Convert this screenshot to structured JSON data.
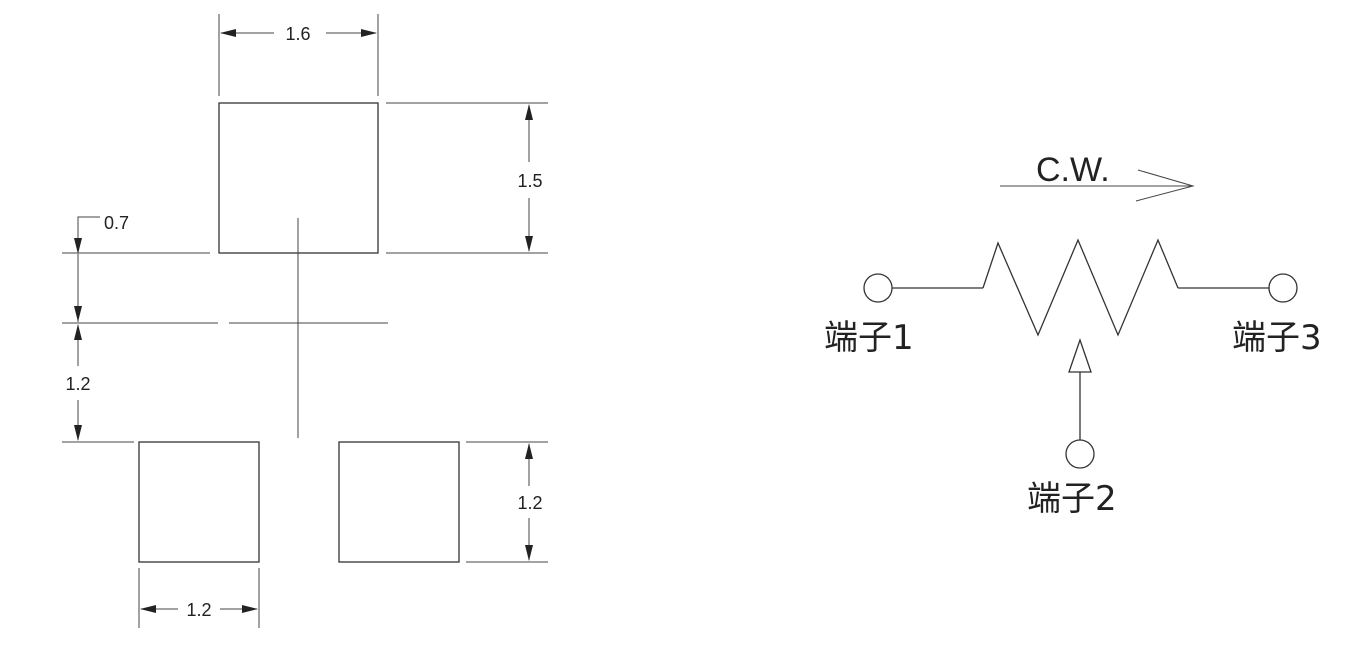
{
  "footprint": {
    "dim_top_width": "1.6",
    "dim_top_height": "1.5",
    "dim_offset": "0.7",
    "dim_gap": "1.2",
    "dim_bottom_height": "1.2",
    "dim_bottom_width": "1.2"
  },
  "schematic": {
    "direction_label": "C.W.",
    "terminal_1": "端子1",
    "terminal_2": "端子2",
    "terminal_3": "端子3"
  },
  "colors": {
    "line": "#333333",
    "text": "#222222",
    "background": "#ffffff"
  }
}
